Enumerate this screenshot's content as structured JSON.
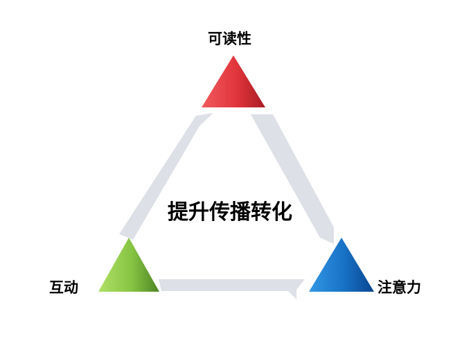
{
  "diagram": {
    "center_title": "提升传播转化",
    "nodes": [
      {
        "id": "top",
        "label": "可读性",
        "color_light": "#f05a5e",
        "color_dark": "#b01e26"
      },
      {
        "id": "left",
        "label": "互动",
        "color_light": "#a8dc5c",
        "color_dark": "#5a8e28"
      },
      {
        "id": "right",
        "label": "注意力",
        "color_light": "#2a8ee0",
        "color_dark": "#0a4e9a"
      }
    ],
    "connector_color": "#dde0e6"
  }
}
